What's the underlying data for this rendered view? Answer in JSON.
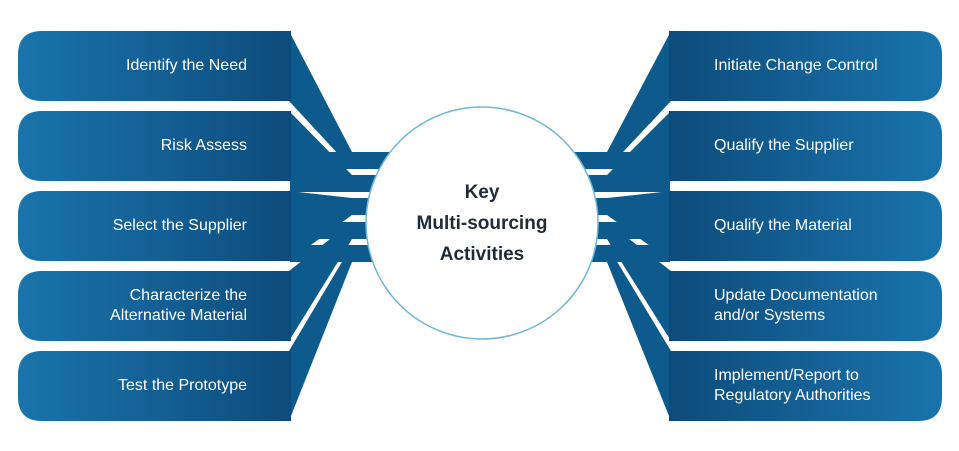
{
  "colors": {
    "pill_gradient_start": "#1a74ac",
    "pill_gradient_end": "#0d4b7c",
    "connector": "#0d5a8c",
    "circle_border": "#6fb6d8",
    "center_text": "#1f2b36"
  },
  "center": {
    "lines": [
      "Key",
      "Multi-sourcing",
      "Activities"
    ]
  },
  "left_items": [
    {
      "lines": [
        "Identify the Need"
      ]
    },
    {
      "lines": [
        "Risk Assess"
      ]
    },
    {
      "lines": [
        "Select the Supplier"
      ]
    },
    {
      "lines": [
        "Characterize the",
        "Alternative Material"
      ]
    },
    {
      "lines": [
        "Test the Prototype"
      ]
    }
  ],
  "right_items": [
    {
      "lines": [
        "Initiate Change Control"
      ]
    },
    {
      "lines": [
        "Qualify the Supplier"
      ]
    },
    {
      "lines": [
        "Qualify the Material"
      ]
    },
    {
      "lines": [
        "Update Documentation",
        "and/or Systems"
      ]
    },
    {
      "lines": [
        "Implement/Report to",
        "Regulatory Authorities"
      ]
    }
  ]
}
